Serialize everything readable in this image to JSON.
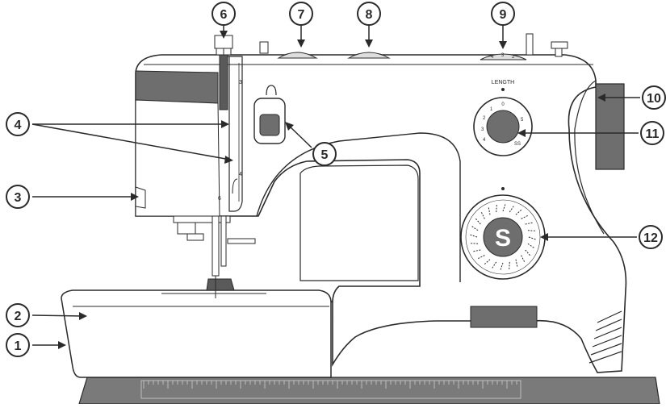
{
  "callouts": [
    {
      "label": "1"
    },
    {
      "label": "2"
    },
    {
      "label": "3"
    },
    {
      "label": "4"
    },
    {
      "label": "5"
    },
    {
      "label": "6"
    },
    {
      "label": "7"
    },
    {
      "label": "8"
    },
    {
      "label": "9"
    },
    {
      "label": "10"
    },
    {
      "label": "11"
    },
    {
      "label": "12"
    }
  ],
  "machine": {
    "length_label": "LENGTH",
    "pattern_logo": "S",
    "thread_guide_marks": [
      "3",
      "4",
      "6"
    ],
    "length_dial_marks": [
      "0",
      "1",
      "2",
      "3",
      "4",
      "5",
      "SS"
    ],
    "tension_dial_marks": [
      "4",
      "3",
      "2"
    ]
  },
  "colors": {
    "outline": "#2a2a2a",
    "panel_gray": "#6e6e6e",
    "base_gray": "#7a7a7a",
    "dial_gray": "#707070",
    "body": "#ffffff"
  }
}
